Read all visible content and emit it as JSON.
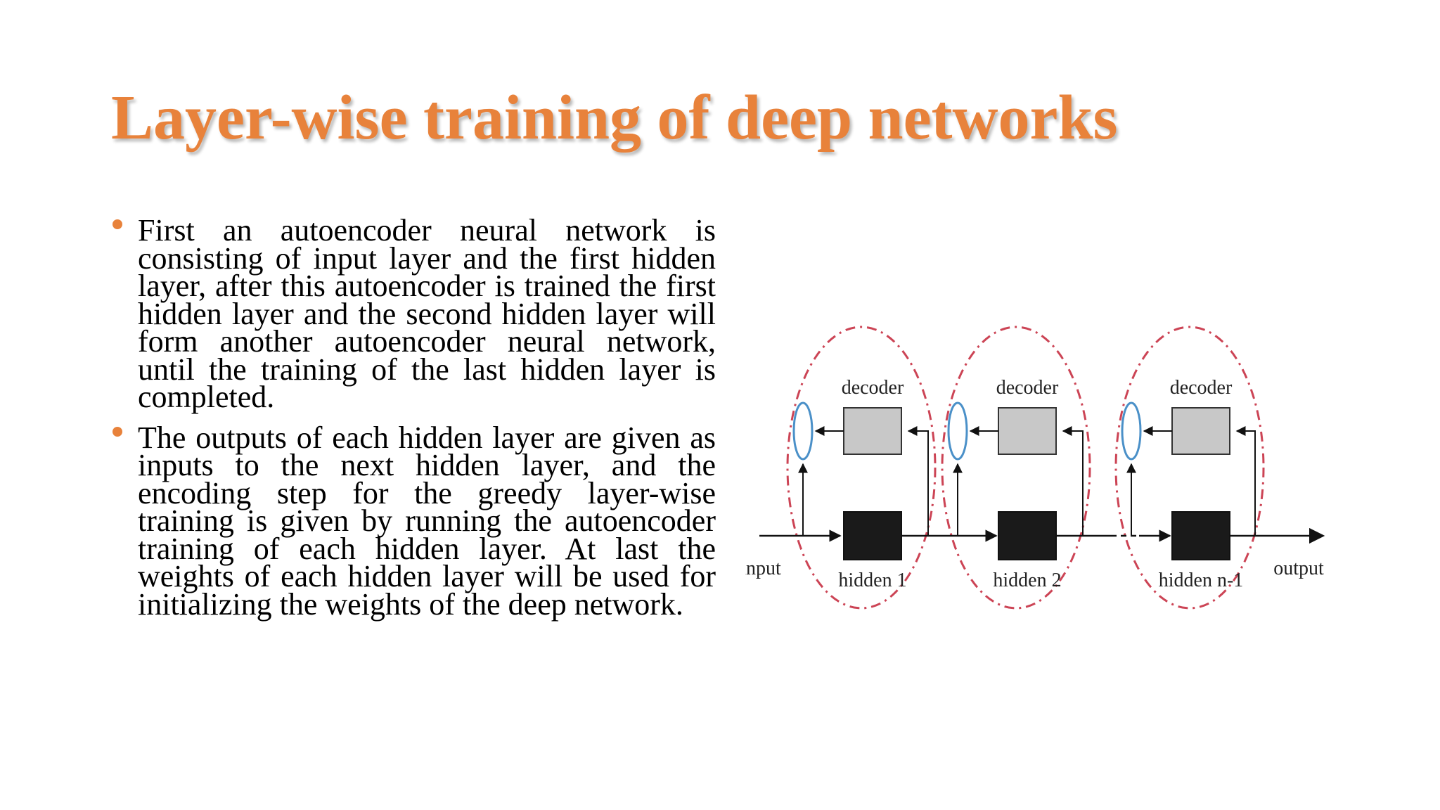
{
  "title": "Layer-wise training of deep networks",
  "colors": {
    "title": "#E8823B",
    "bullet": "#E8823B",
    "ellipse": "#CC4455",
    "neuron": "#4A90C8",
    "decoder_fill": "#C8C8C8",
    "hidden_fill": "#1A1A1A"
  },
  "bullets": [
    "First an autoencoder neural network is consisting of input layer and the first hidden layer, after this autoencoder is trained the first hidden layer and the second hidden layer will form another autoencoder neural network, until the training of the last hidden layer is completed.",
    "The outputs of each hidden layer are given as inputs to the next hidden layer, and the encoding step for the greedy layer-wise training is given by running the autoencoder training of each hidden layer. At last the weights of each hidden layer will be used for initializing the weights of the deep network."
  ],
  "diagram": {
    "input_label": "input",
    "output_label": "output",
    "blocks": [
      {
        "decoder_label": "decoder",
        "hidden_label": "hidden 1"
      },
      {
        "decoder_label": "decoder",
        "hidden_label": "hidden 2"
      },
      {
        "decoder_label": "decoder",
        "hidden_label": "hidden n-1"
      }
    ]
  }
}
